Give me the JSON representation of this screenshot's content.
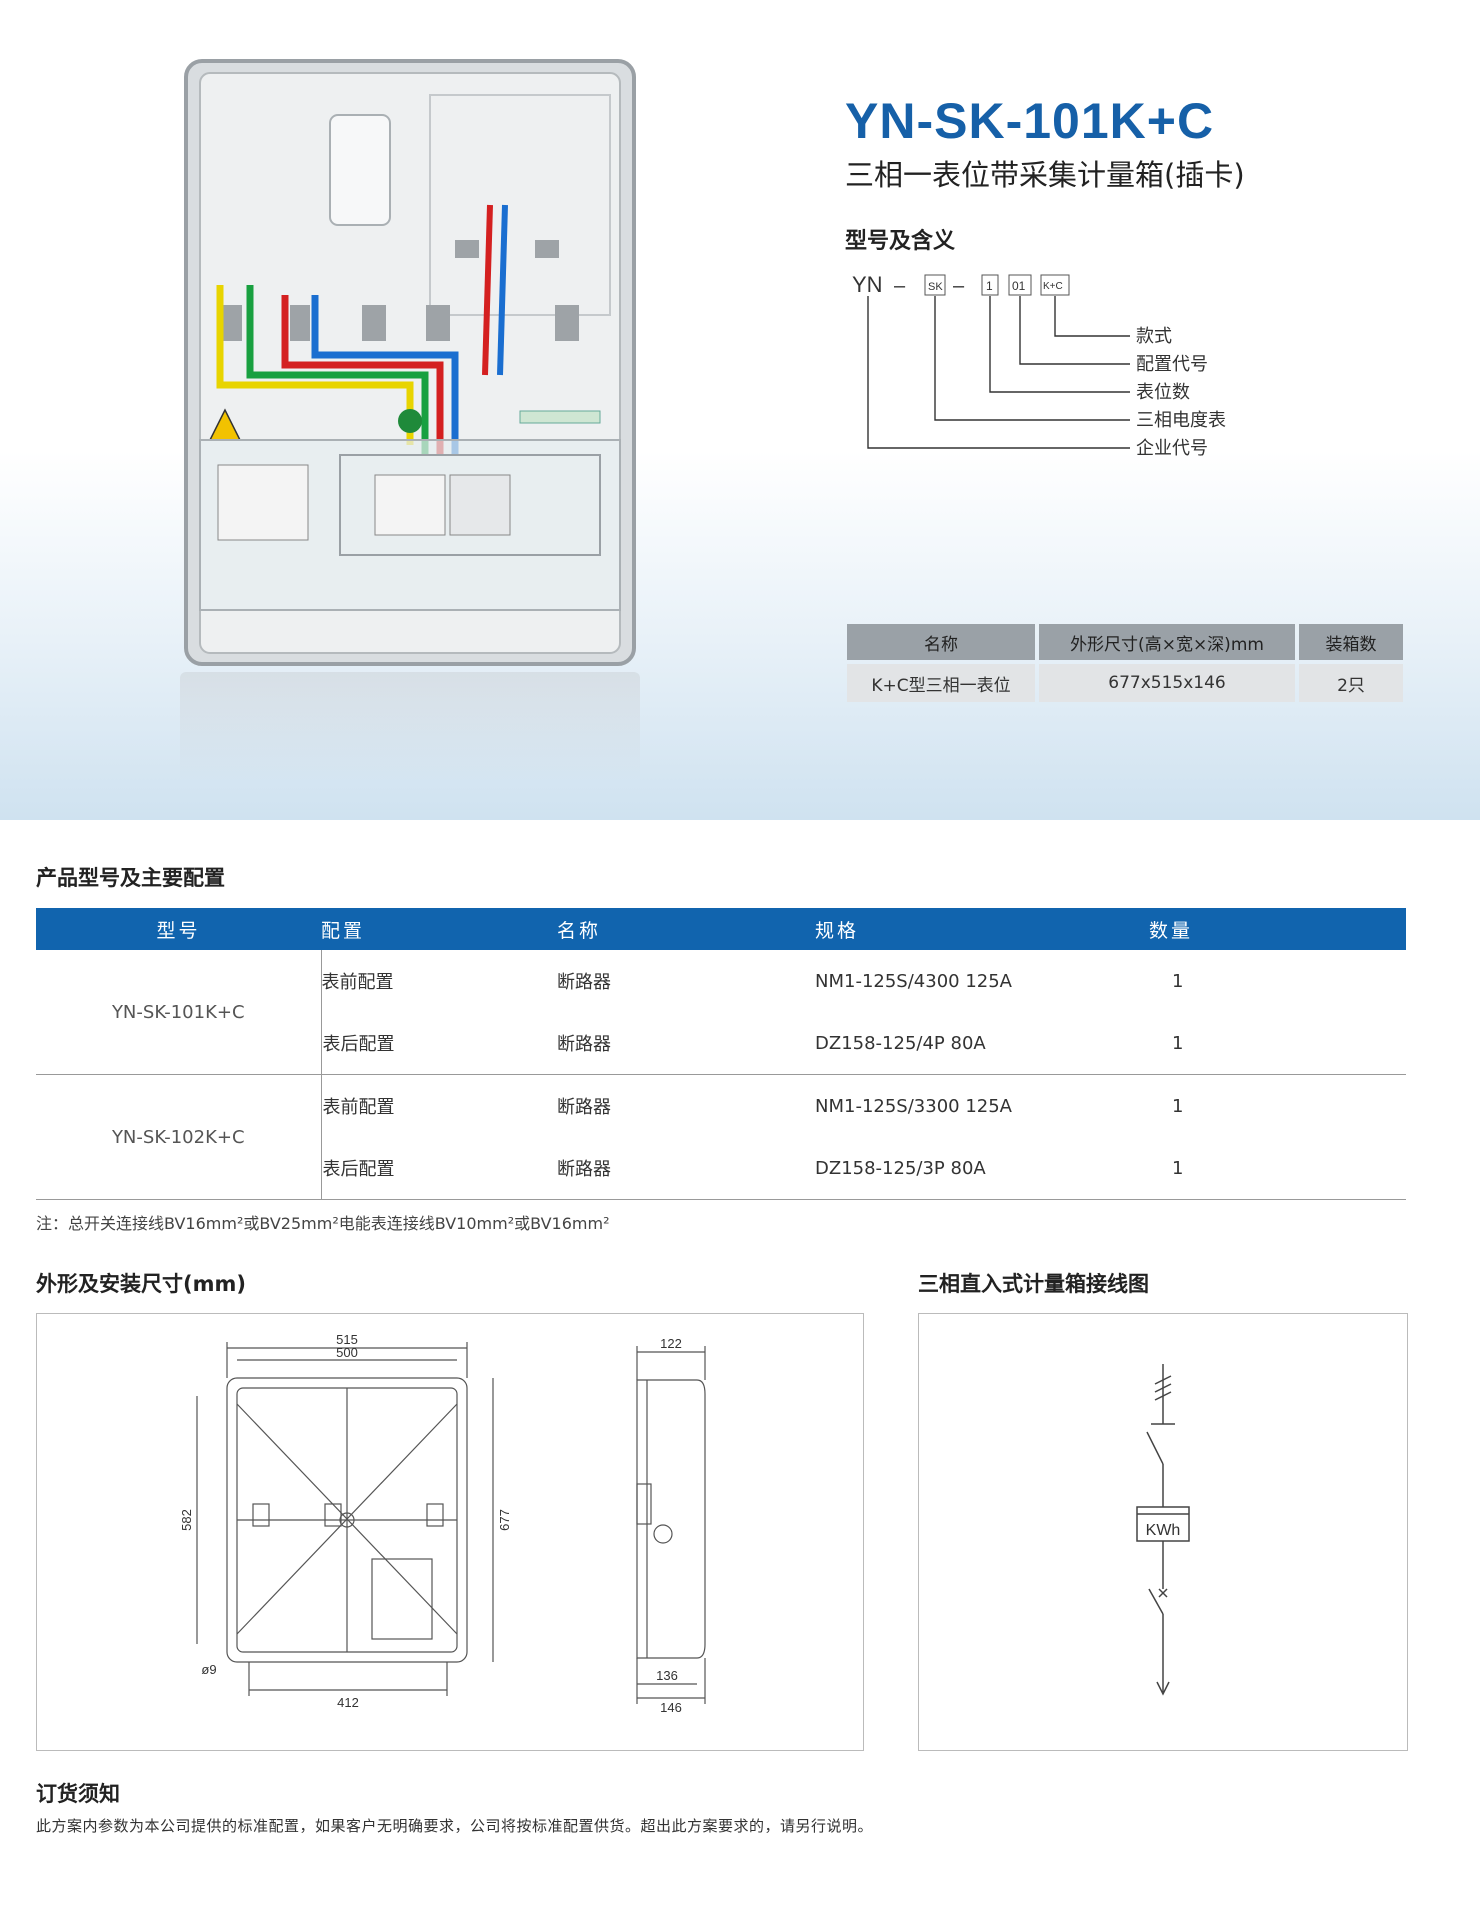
{
  "header": {
    "model": "YN-SK-101K+C",
    "subtitle": "三相一表位带采集计量箱(插卡)"
  },
  "meaning": {
    "title": "型号及含义",
    "code_parts": [
      "YN",
      "SK",
      "1",
      "01",
      "K+C"
    ],
    "labels": [
      "款式",
      "配置代号",
      "表位数",
      "三相电度表",
      "企业代号"
    ]
  },
  "spec_table": {
    "headers": [
      "名称",
      "外形尺寸(高×宽×深)mm",
      "装箱数"
    ],
    "row": [
      "K+C型三相一表位",
      "677x515x146",
      "2只"
    ]
  },
  "config": {
    "title": "产品型号及主要配置",
    "headers": [
      "型号",
      "配置",
      "名称",
      "规格",
      "数量"
    ],
    "groups": [
      {
        "model": "YN-SK-101K+C",
        "rows": [
          [
            "表前配置",
            "断路器",
            "NM1-125S/4300 125A",
            "1"
          ],
          [
            "表后配置",
            "断路器",
            "DZ158-125/4P 80A",
            "1"
          ]
        ]
      },
      {
        "model": "YN-SK-102K+C",
        "rows": [
          [
            "表前配置",
            "断路器",
            "NM1-125S/3300 125A",
            "1"
          ],
          [
            "表后配置",
            "断路器",
            "DZ158-125/3P 80A",
            "1"
          ]
        ]
      }
    ],
    "note": "注：总开关连接线BV16mm²或BV25mm²电能表连接线BV10mm²或BV16mm²"
  },
  "dimensions": {
    "title": "外形及安装尺寸(mm)",
    "values": {
      "w_outer": "515",
      "w_inner": "500",
      "h_mount": "582",
      "h_total": "677",
      "w_bottom": "412",
      "hole": "ø9",
      "d_top": "122",
      "d_mid": "136",
      "d_total": "146"
    }
  },
  "wiring": {
    "title": "三相直入式计量箱接线图",
    "meter_label": "KWh"
  },
  "order": {
    "title": "订货须知",
    "text": "此方案内参数为本公司提供的标准配置，如果客户无明确要求，公司将按标准配置供货。超出此方案要求的，请另行说明。"
  },
  "colors": {
    "brand_blue": "#1164ae",
    "title_blue": "#1660a8"
  }
}
